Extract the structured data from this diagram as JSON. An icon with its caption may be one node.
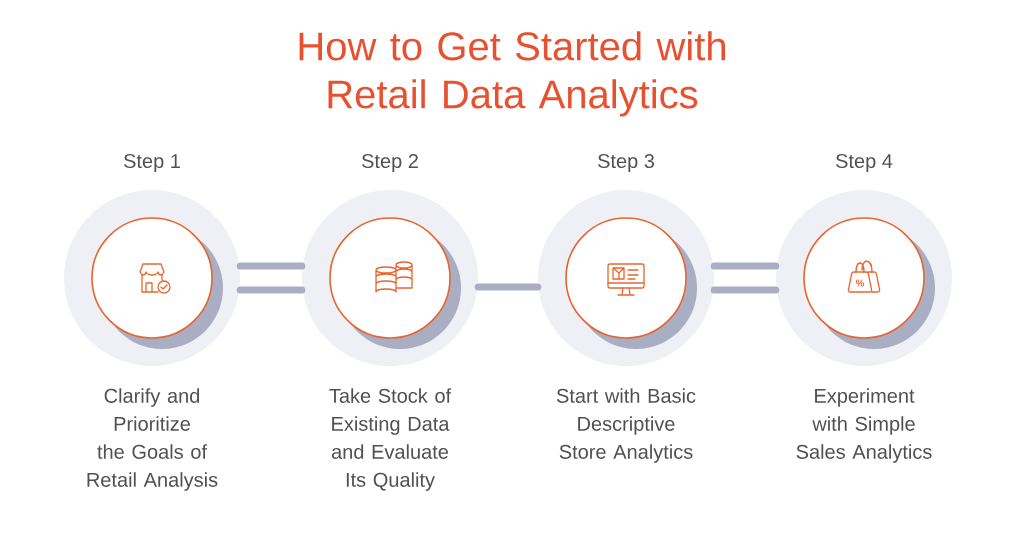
{
  "diagram": {
    "title": "How to Get Started with Retail Data Analytics",
    "nodes": [
      {
        "text": [
          "Step 1",
          "Clarify and Prioritize the Goals of Retail Analysis"
        ]
      },
      {
        "text": [
          "Step 2",
          "Take Stock of Existing Data and Evaluate Its Quality"
        ]
      },
      {
        "text": [
          "Step 3",
          "Start with Basic Descriptive Store Analytics"
        ]
      },
      {
        "text": [
          "Step 4",
          "Experiment with Simple Sales Analytics"
        ]
      }
    ],
    "edges": [
      {
        "from": 0,
        "to": 1,
        "arrow": "none"
      },
      {
        "from": 1,
        "to": 2,
        "arrow": "none"
      },
      {
        "from": 2,
        "to": 3,
        "arrow": "none"
      }
    ],
    "labels": [
      "%"
    ]
  }
}
